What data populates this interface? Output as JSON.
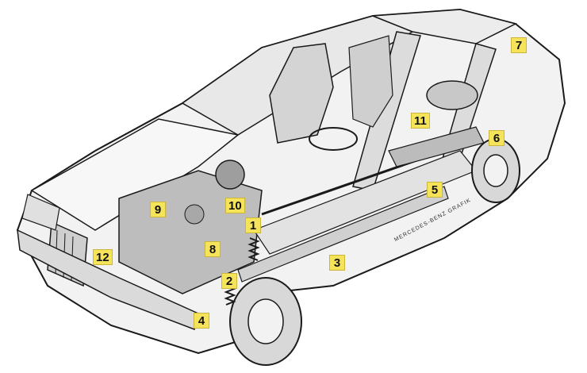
{
  "colors": {
    "badge": "#f5e35a",
    "line": "#1a1a1a",
    "body": "#f2f2f2",
    "shade": "#bdbdbd"
  },
  "credit": "MERCEDES-BENZ GRAFIK",
  "callouts": [
    {
      "id": "1",
      "label": "1"
    },
    {
      "id": "2",
      "label": "2"
    },
    {
      "id": "3",
      "label": "3"
    },
    {
      "id": "4",
      "label": "4"
    },
    {
      "id": "5",
      "label": "5"
    },
    {
      "id": "6",
      "label": "6"
    },
    {
      "id": "7",
      "label": "7"
    },
    {
      "id": "8",
      "label": "8"
    },
    {
      "id": "9",
      "label": "9"
    },
    {
      "id": "10",
      "label": "10"
    },
    {
      "id": "11",
      "label": "11"
    },
    {
      "id": "12",
      "label": "12"
    }
  ]
}
